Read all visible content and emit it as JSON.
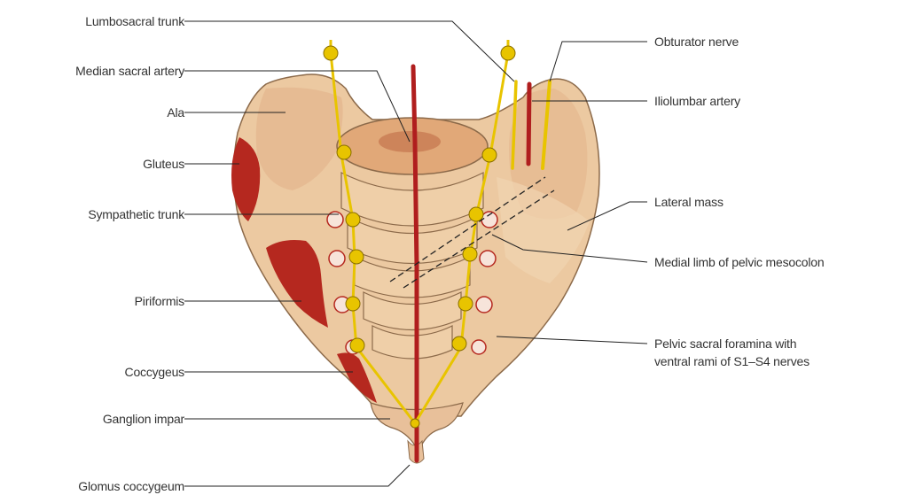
{
  "colors": {
    "bone": "#ecc9a1",
    "bone_dark": "#d6a47a",
    "bone_outline": "#8c6a4a",
    "muscle": "#b5281f",
    "nerve": "#e8c400",
    "nerve_outline": "#8a6f00",
    "artery": "#b01e1e",
    "leader": "#222222",
    "text": "#333333"
  },
  "labels_left": [
    {
      "id": "lumbosacral-trunk",
      "text": "Lumbosacral trunk"
    },
    {
      "id": "median-sacral-artery",
      "text": "Median sacral artery"
    },
    {
      "id": "ala",
      "text": "Ala"
    },
    {
      "id": "gluteus",
      "text": "Gluteus"
    },
    {
      "id": "sympathetic-trunk",
      "text": "Sympathetic trunk"
    },
    {
      "id": "piriformis",
      "text": "Piriformis"
    },
    {
      "id": "coccygeus",
      "text": "Coccygeus"
    },
    {
      "id": "ganglion-impar",
      "text": "Ganglion impar"
    },
    {
      "id": "glomus-coccygeum",
      "text": "Glomus coccygeum"
    }
  ],
  "labels_right": [
    {
      "id": "obturator-nerve",
      "text": "Obturator nerve"
    },
    {
      "id": "iliolumbar-artery",
      "text": "Iliolumbar artery"
    },
    {
      "id": "lateral-mass",
      "text": "Lateral mass"
    },
    {
      "id": "medial-limb-pelvic-mesocolon",
      "text": "Medial limb of pelvic mesocolon"
    },
    {
      "id": "pelvic-sacral-foramina",
      "text": "Pelvic sacral foramina with"
    },
    {
      "id": "ventral-rami",
      "text": "ventral rami of S1–S4 nerves"
    }
  ]
}
